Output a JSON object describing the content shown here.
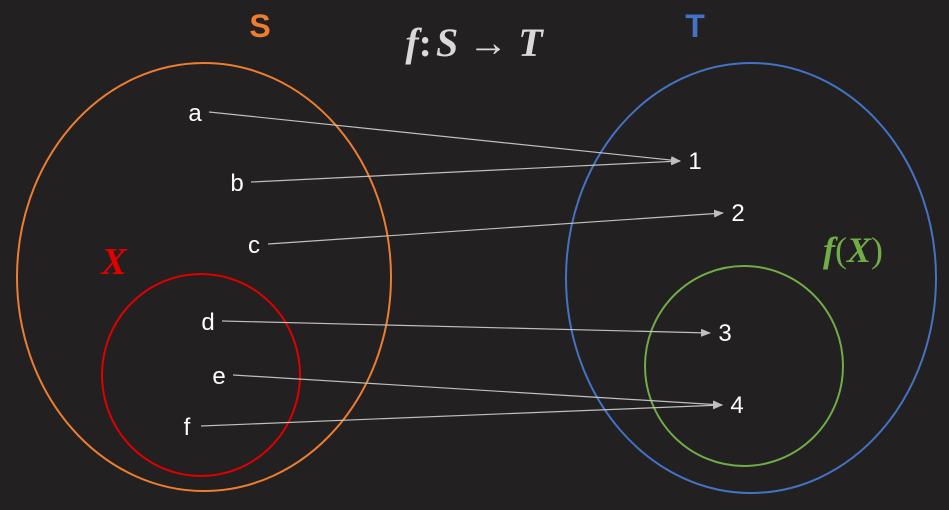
{
  "title": {
    "f": "f",
    "colon": ":",
    "S": "S",
    "arrow": "→",
    "T": "T"
  },
  "sets": {
    "S": {
      "label": "S",
      "color": "#ED7D31"
    },
    "T": {
      "label": "T",
      "color": "#4472C4"
    },
    "X": {
      "label": "X",
      "color": "#E00000"
    },
    "fX": {
      "label": "f",
      "paren_open": "(",
      "inner": "X",
      "paren_close": ")",
      "color": "#70AD47"
    }
  },
  "domain_elements": [
    "a",
    "b",
    "c",
    "d",
    "e",
    "f"
  ],
  "codomain_elements": [
    "1",
    "2",
    "3",
    "4"
  ],
  "mapping": [
    {
      "from": "a",
      "to": "1"
    },
    {
      "from": "b",
      "to": "1"
    },
    {
      "from": "c",
      "to": "2"
    },
    {
      "from": "d",
      "to": "3"
    },
    {
      "from": "e",
      "to": "4"
    },
    {
      "from": "f",
      "to": "4"
    }
  ],
  "colors": {
    "background": "#222020",
    "text": "#FFFFFF",
    "arrow": "#BFBFBF",
    "title": "#D9D9D9"
  }
}
